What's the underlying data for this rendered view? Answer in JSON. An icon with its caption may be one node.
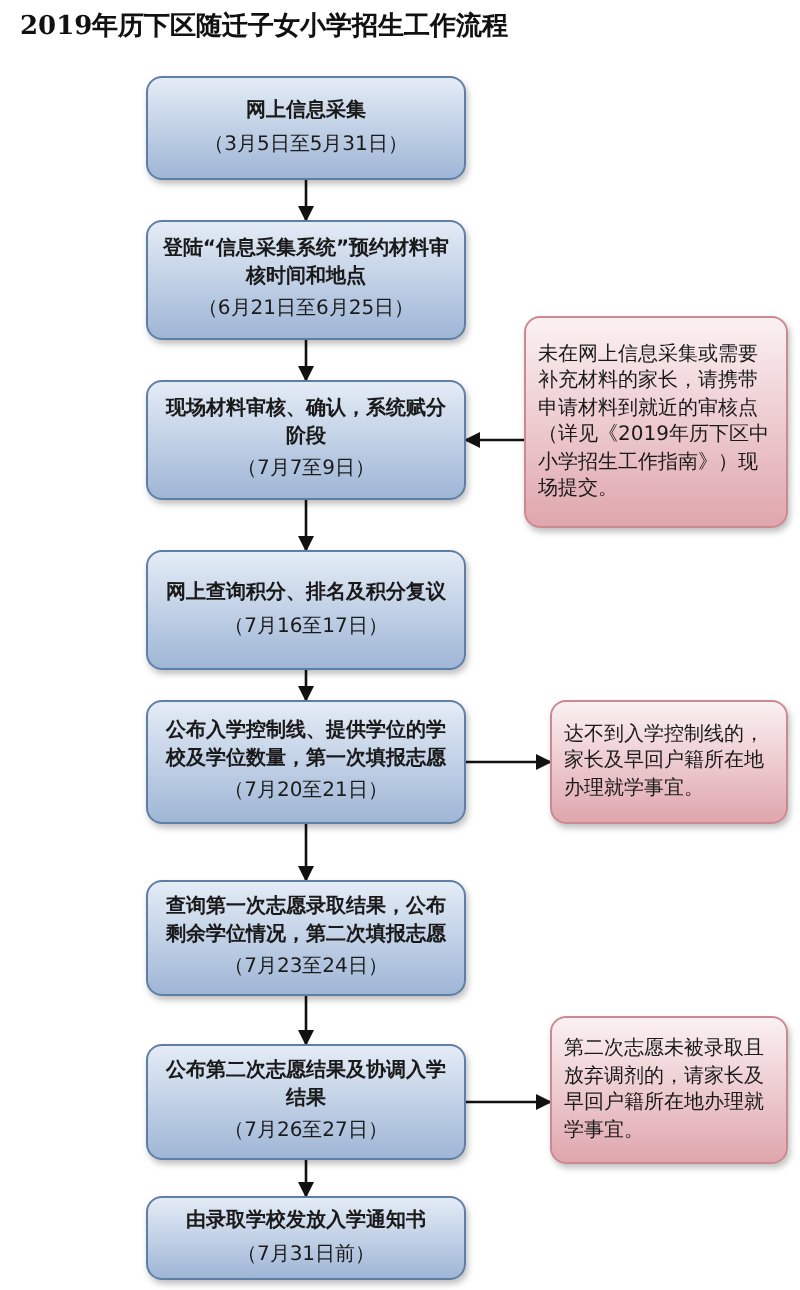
{
  "diagram": {
    "title": "2019年历下区随迁子女小学招生工作流程",
    "nodes": [
      {
        "text": [
          "网上信息采集",
          "（3月5日至5月31日）"
        ]
      },
      {
        "text": [
          "登陆“信息采集系统”预约材料审核时间和地点",
          "（6月21日至6月25日）"
        ]
      },
      {
        "text": [
          "现场材料审核、确认，系统赋分阶段",
          "（7月7至9日）"
        ]
      },
      {
        "text": [
          "网上查询积分、排名及积分复议",
          "（7月16至17日）"
        ]
      },
      {
        "text": [
          "公布入学控制线、提供学位的学校及学位数量，第一次填报志愿",
          "（7月20至21日）"
        ]
      },
      {
        "text": [
          "查询第一次志愿录取结果，公布剩余学位情况，第二次填报志愿",
          "（7月23至24日）"
        ]
      },
      {
        "text": [
          "公布第二次志愿结果及协调入学结果",
          "（7月26至27日）"
        ]
      },
      {
        "text": [
          "由录取学校发放入学通知书",
          "（7月31日前）"
        ]
      },
      {
        "text": [
          "未在网上信息采集或需要补充材料的家长，请携带申请材料到就近的审核点（详见《2019年历下区中小学招生工作指南》）现场提交。"
        ]
      },
      {
        "text": [
          "达不到入学控制线的，家长及早回户籍所在地办理就学事宜。"
        ]
      },
      {
        "text": [
          "第二次志愿未被录取且放弃调剂的，请家长及早回户籍所在地办理就学事宜。"
        ]
      }
    ],
    "edges": [
      {
        "from": 0,
        "to": 1,
        "arrow": "to"
      },
      {
        "from": 1,
        "to": 2,
        "arrow": "to"
      },
      {
        "from": 2,
        "to": 3,
        "arrow": "to"
      },
      {
        "from": 3,
        "to": 4,
        "arrow": "to"
      },
      {
        "from": 4,
        "to": 5,
        "arrow": "to"
      },
      {
        "from": 5,
        "to": 6,
        "arrow": "to"
      },
      {
        "from": 6,
        "to": 7,
        "arrow": "to"
      },
      {
        "from": 8,
        "to": 2,
        "arrow": "to"
      },
      {
        "from": 4,
        "to": 9,
        "arrow": "to"
      },
      {
        "from": 6,
        "to": 10,
        "arrow": "to"
      }
    ]
  }
}
